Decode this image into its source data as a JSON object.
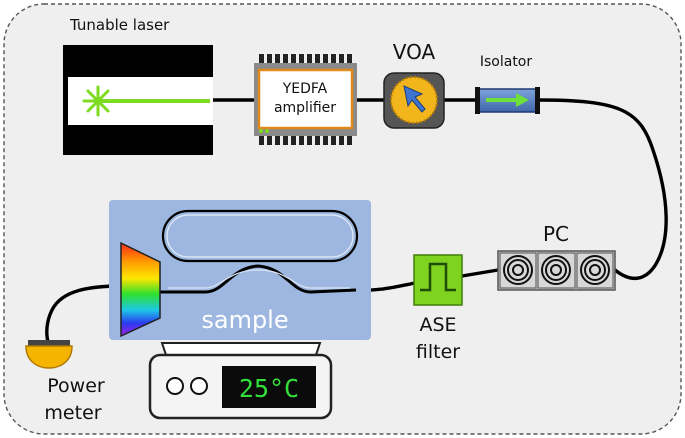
{
  "labels": {
    "laser": "Tunable laser",
    "yedfa_line1": "YEDFA",
    "yedfa_line2": "amplifier",
    "voa": "VOA",
    "isolator": "Isolator",
    "pc": "PC",
    "ase_line1": "ASE",
    "ase_line2": "filter",
    "sample": "sample",
    "power_line1": "Power",
    "power_line2": "meter",
    "temperature": "25°C"
  },
  "colors": {
    "background_panel": "#efefef",
    "fiber": "#000000",
    "laser_beam": "#7ddc1f",
    "sample_chip": "#9db7e0",
    "ase_filter": "#7ed321",
    "isolator": "#5b86c9",
    "amplifier_border": "#e08a1e",
    "temp_display": "#33e03a",
    "power_meter": "#f5b400",
    "voa_dial": "#f2b51c"
  },
  "icons": {
    "laser": "laser-starburst-icon",
    "amplifier": "chip-icon",
    "voa": "dial-icon",
    "isolator": "arrow-right-icon",
    "pc": "fiber-loop-icon",
    "ase": "bandpass-icon",
    "sample": "ring-resonator-icon",
    "spectrum": "rainbow-prism-icon",
    "stage": "temperature-stage-icon",
    "power": "photodetector-icon"
  }
}
